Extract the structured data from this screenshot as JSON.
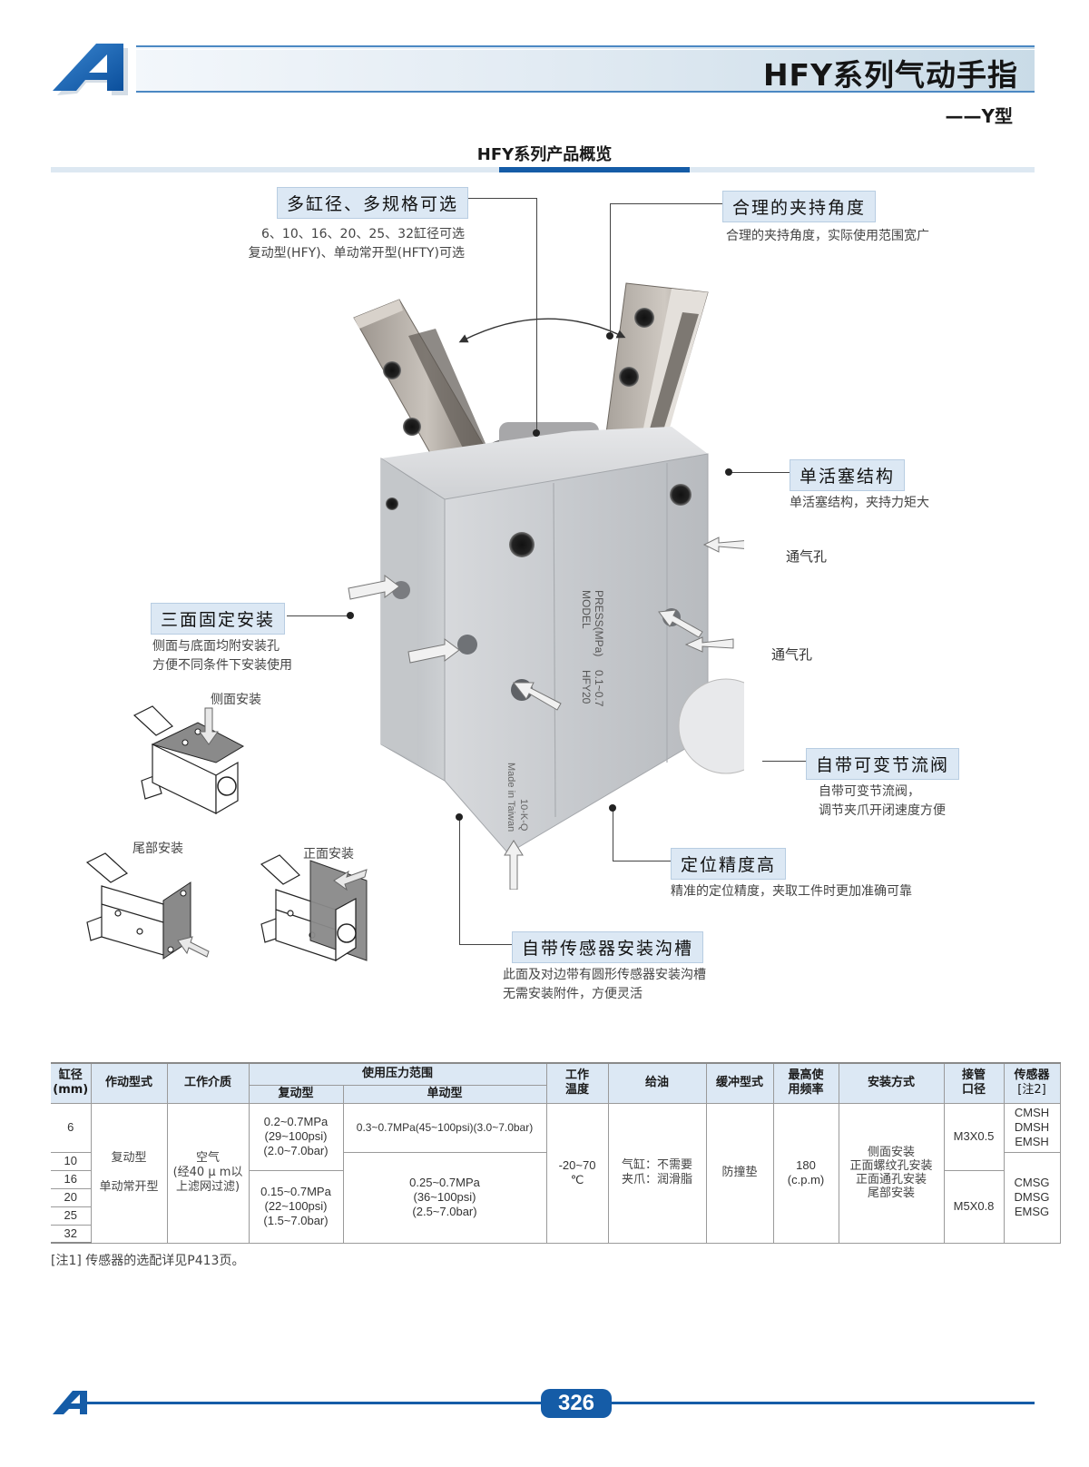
{
  "header": {
    "logo": "A-logo",
    "title": "HFY系列气动手指",
    "subtitle": "——Y型"
  },
  "section": {
    "title": "HFY系列产品概览"
  },
  "callouts": {
    "multi_spec": {
      "label": "多缸径、多规格可选",
      "desc_lines": [
        "6、10、16、20、25、32缸径可选",
        "复动型(HFY)、单动常开型(HFTY)可选"
      ]
    },
    "clamp_angle": {
      "label": "合理的夹持角度",
      "desc_lines": [
        "合理的夹持角度，实际使用范围宽广"
      ]
    },
    "single_piston": {
      "label": "单活塞结构",
      "desc_lines": [
        "单活塞结构，夹持力矩大"
      ]
    },
    "air_port_1": {
      "label": "通气孔"
    },
    "air_port_2": {
      "label": "通气孔"
    },
    "three_side_mount": {
      "label": "三面固定安装",
      "desc_lines": [
        "侧面与底面均附安装孔",
        "方便不同条件下安装使用"
      ]
    },
    "flow_valve": {
      "label": "自带可变节流阀",
      "desc_lines": [
        "自带可变节流阀，",
        "调节夹爪开闭速度方便"
      ]
    },
    "precision": {
      "label": "定位精度高",
      "desc_lines": [
        "精准的定位精度，夹取工件时更加准确可靠"
      ]
    },
    "sensor_groove": {
      "label": "自带传感器安装沟槽",
      "desc_lines": [
        "此面及对边带有圆形传感器安装沟槽",
        "无需安装附件，方便灵活"
      ]
    }
  },
  "product_marking": {
    "line1": "MODEL",
    "line2": "PRESS(MPa)",
    "model": "HFY20",
    "pressure": "0.1~0.7",
    "origin": "Made in Taiwan",
    "code": "10-K-Q"
  },
  "mount_diagrams": [
    {
      "label": "侧面安装"
    },
    {
      "label": "尾部安装"
    },
    {
      "label": "正面安装"
    }
  ],
  "spec_table": {
    "headers": {
      "bore": "缸径",
      "bore_unit": "(mm)",
      "action": "作动型式",
      "medium": "工作介质",
      "pressure_group": "使用压力范围",
      "pressure_double": "复动型",
      "pressure_single": "单动型",
      "temp_1": "工作",
      "temp_2": "温度",
      "lube": "给油",
      "cushion": "缓冲型式",
      "freq_1": "最高使",
      "freq_2": "用频率",
      "mount": "安装方式",
      "port_1": "接管",
      "port_2": "口径",
      "sensor_1": "传感器",
      "sensor_2": "[注2]"
    },
    "bores": [
      "6",
      "10",
      "16",
      "20",
      "25",
      "32"
    ],
    "action_lines": [
      "复动型",
      "单动常开型"
    ],
    "medium_lines": [
      "空气",
      "(经40 μ m以",
      "上滤网过滤)"
    ],
    "pressure_double_small": [
      "0.2~0.7MPa",
      "(29~100psi)",
      "(2.0~7.0bar)"
    ],
    "pressure_double_large": [
      "0.15~0.7MPa",
      "(22~100psi)",
      "(1.5~7.0bar)"
    ],
    "pressure_single_small": "0.3~0.7MPa(45~100psi)(3.0~7.0bar)",
    "pressure_single_large": [
      "0.25~0.7MPa",
      "(36~100psi)",
      "(2.5~7.0bar)"
    ],
    "temp_lines": [
      "-20~70",
      "℃"
    ],
    "lube_lines": [
      "气缸：不需要",
      "夹爪：润滑脂"
    ],
    "cushion": "防撞垫",
    "freq_lines": [
      "180",
      "(c.p.m)"
    ],
    "mount_lines": [
      "侧面安装",
      "正面螺纹孔安装",
      "正面通孔安装",
      "尾部安装"
    ],
    "port_small": "M3X0.5",
    "port_large": "M5X0.8",
    "sensor_small": [
      "CMSH",
      "DMSH",
      "EMSH"
    ],
    "sensor_large": [
      "CMSG",
      "DMSG",
      "EMSG"
    ]
  },
  "note": "[注1] 传感器的选配详见P413页。",
  "footer": {
    "page_number": "326"
  },
  "colors": {
    "brand_blue": "#155ca7",
    "header_fill": "#dce8f4",
    "rule_light": "#dde8f2"
  }
}
